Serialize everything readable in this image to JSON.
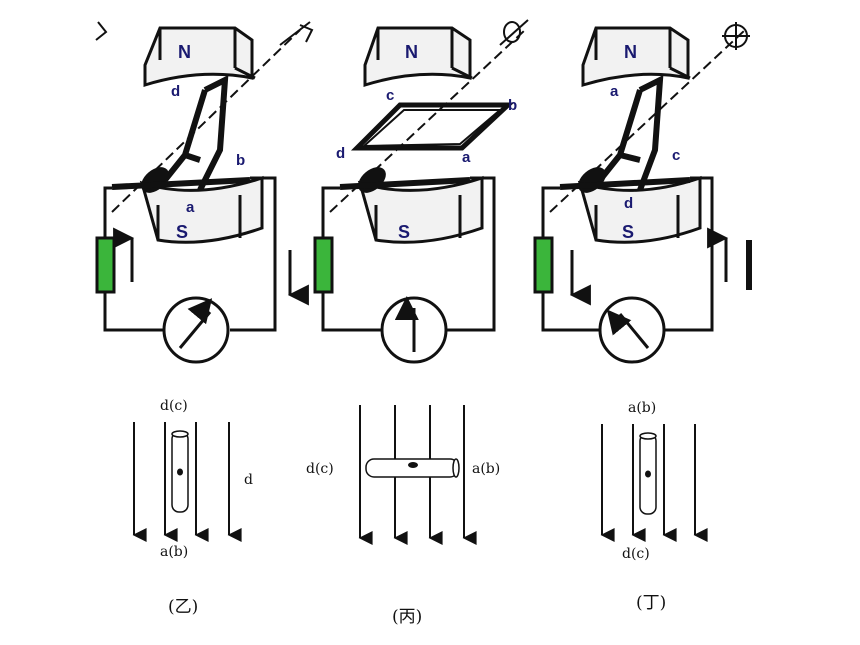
{
  "panels": [
    {
      "id": "yi",
      "pole_top": "N",
      "pole_bottom": "S",
      "coil_labels": {
        "top": "d",
        "right": "b",
        "bottom": "a"
      },
      "lower": {
        "top_label": "d(c)",
        "bottom_label": "a(b)",
        "side_label": "d"
      },
      "caption": "(乙)"
    },
    {
      "id": "bing",
      "pole_top": "N",
      "pole_bottom": "S",
      "coil_labels": {
        "c": "c",
        "b": "b",
        "d": "d",
        "a": "a"
      },
      "lower": {
        "left_label": "d(c)",
        "right_label": "a(b)"
      },
      "caption": "(丙)"
    },
    {
      "id": "ding",
      "pole_top": "N",
      "pole_bottom": "S",
      "coil_labels": {
        "top": "a",
        "right": "c",
        "bottom": "d"
      },
      "lower": {
        "top_label": "a(b)",
        "bottom_label": "d(c)"
      },
      "caption": "(丁)"
    }
  ],
  "colors": {
    "resistor": "#3bb53b",
    "ink": "#111111",
    "magnet_fill": "#f2f2f2"
  },
  "icons": [
    "galvanometer-icon",
    "arrow-up-icon",
    "arrow-down-icon"
  ]
}
